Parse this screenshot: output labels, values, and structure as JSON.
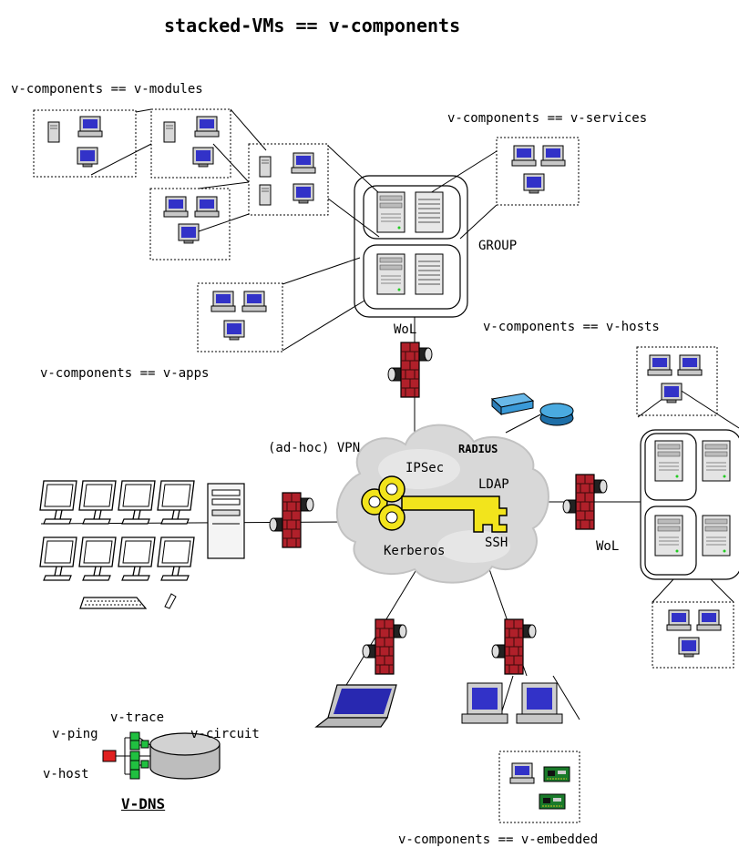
{
  "title": "stacked-VMs == v-components",
  "labels": {
    "modules": "v-components == v-modules",
    "services": "v-components == v-services",
    "group": "GROUP",
    "wol_top": "WoL",
    "hosts": "v-components ==  v-hosts",
    "apps": "v-components == v-apps",
    "radius": "RADIUS",
    "vpn": "(ad-hoc) VPN",
    "ipsec": "IPSec",
    "ldap": "LDAP",
    "ssh": "SSH",
    "kerberos": "Kerberos",
    "wol_right": "WoL",
    "embedded": "v-components ==  v-embedded"
  },
  "vdns": {
    "trace": "v-trace",
    "ping": "v-ping",
    "circuit": "v-circuit",
    "host": "v-host",
    "title": "V-DNS"
  },
  "colors": {
    "firewall": "#b0202a",
    "key": "#f2e41c",
    "cloud": "#d6d6d6",
    "monitor_screen": "#3232c8",
    "dns_red": "#e02020",
    "dns_green": "#20c040",
    "router": "#2e8fc8"
  }
}
